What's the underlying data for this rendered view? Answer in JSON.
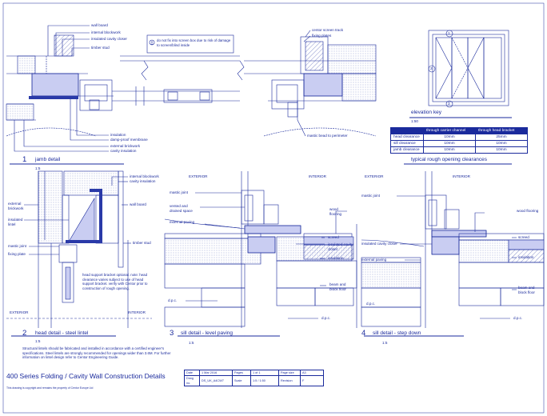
{
  "colors": {
    "ink": "#1a2a9c",
    "fill": "#c9cdf2",
    "fill_dark": "#2a3aa8"
  },
  "jamb": {
    "label_wall_board": "wall board",
    "label_internal_blockwork": "internal blockwork",
    "label_insulated_cavity_closer": "insulated cavity closer",
    "label_timber_stud": "timber stud",
    "label_insulation": "insulation",
    "label_dpm": "damp-proof membrane",
    "label_external_brickwork": "external brickwork",
    "label_cavity_insulation": "cavity insulation",
    "warning": "do not fix into screen box due to risk of damage to screen/blind inside",
    "label_centor_screen_track": "centor screen track",
    "label_fixing_plates": "fixing plates",
    "label_mastic_bead": "mastic bead to perimeter",
    "number": "1",
    "title": "jamb detail",
    "scale": "1:5"
  },
  "elevation_key": {
    "title": "elevation key",
    "scale": "1:50",
    "mark_top": "1",
    "mark_side": "2",
    "mark_bottom": "3"
  },
  "clearances": {
    "headers": [
      "",
      "through carrier channel",
      "through head bracket"
    ],
    "rows": [
      [
        "head clearance",
        "10mm",
        "25mm"
      ],
      [
        "sill clearance",
        "10mm",
        "10mm"
      ],
      [
        "jamb clearance",
        "10mm",
        "10mm"
      ]
    ],
    "title": "typical rough opening clearances"
  },
  "head": {
    "label_internal_blockwork": "internal blockwork",
    "label_cavity_insulation": "cavity insulation",
    "label_external_brickwork": "external brickwork",
    "label_insulated_lintel": "insulated lintel",
    "label_wall_board": "wall board",
    "label_mastic_joint": "mastic joint",
    "label_fixing_plate": "fixing plate",
    "label_timber_stud": "timber stud",
    "note": "head support bracket optional. note: head clearance varies subject to use of head support bracket. verify with Centor prior to construction of rough opening.",
    "exterior": "EXTERIOR",
    "interior": "INTERIOR",
    "number": "2",
    "title": "head detail - steel lintel",
    "scale": "1:5"
  },
  "sill_level": {
    "exterior": "EXTERIOR",
    "interior": "INTERIOR",
    "label_mastic_joint": "mastic joint",
    "label_vented_space": "vented and drained space",
    "label_external_paving": "external paving",
    "label_wood_flooring": "wood flooring",
    "label_screed": "screed",
    "label_insulated_cavity_closer": "insulated cavity closer",
    "label_insulation": "insulation",
    "label_beam_block": "beam and block floor",
    "label_dpc_1": "d.p.c.",
    "label_dpc_2": "d.p.c.",
    "number": "3",
    "title": "sill detail - level paving",
    "scale": "1:5"
  },
  "sill_step": {
    "exterior": "EXTERIOR",
    "interior": "INTERIOR",
    "label_mastic_joint": "mastic joint",
    "label_wood_flooring": "wood flooring",
    "label_insulated_cavity_closer": "insulated cavity closer",
    "label_external_paving": "external paving",
    "label_screed": "screed",
    "label_insulation": "insulation",
    "label_beam_block": "beam and block floor",
    "label_dpc_1": "d.p.c.",
    "label_dpc_2": "d.p.c.",
    "number": "4",
    "title": "sill detail - step down",
    "scale": "1:5"
  },
  "structural_note": "Structural lintels should be fabricated and installed in accordance with a certified engineer's specifications. Steel lintels are strongly recommended for openings wider than 3.6M. For further information on lintel design refer to Centor Engineering Guide.",
  "sheet_title": "400 Series Folding / Cavity Wall Construction Details",
  "title_block": {
    "rows": [
      [
        "Date",
        "1 Mar 2016",
        "Pages",
        "1 of 1",
        "Page size",
        "A3"
      ],
      [
        "Drwg no.",
        "DS_UK_A4CW7",
        "Scale",
        "1:5 / 1:50",
        "Revision",
        "F"
      ]
    ]
  },
  "copyright": "This drawing is copyright and remains the property of Centor Europe Ltd"
}
